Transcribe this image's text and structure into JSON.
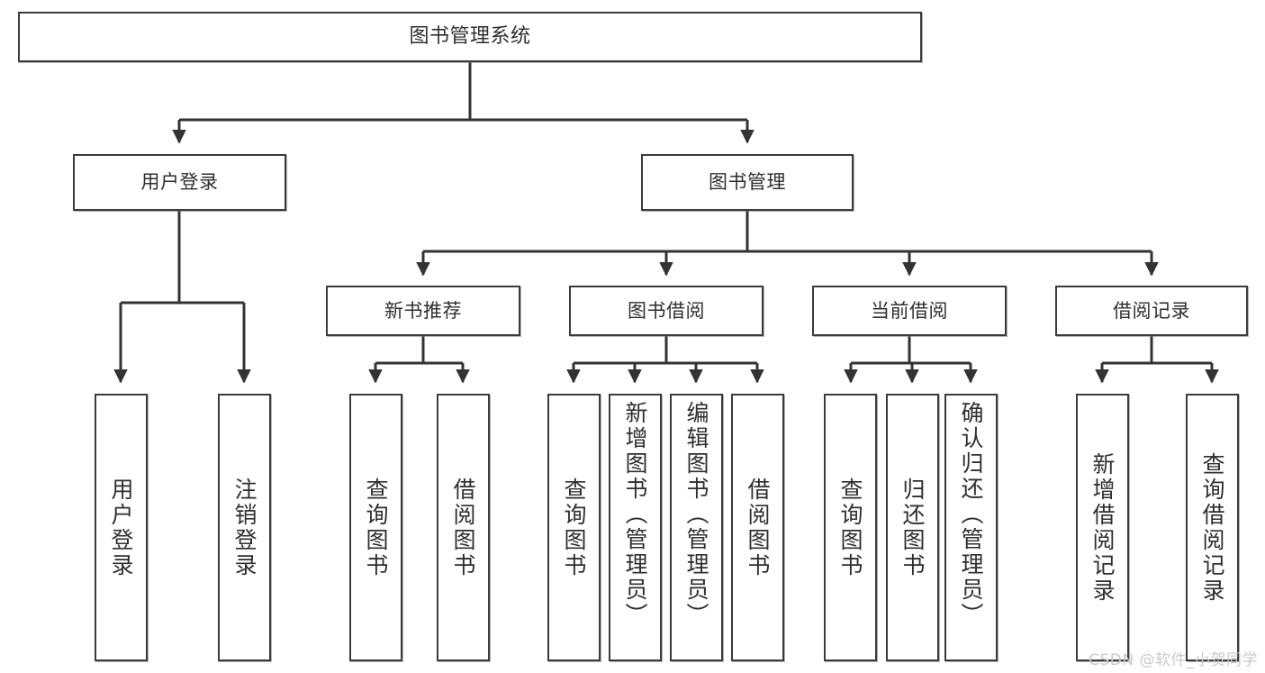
{
  "diagram": {
    "title": "图书管理系统",
    "type": "tree",
    "line_color": "#3b3b3b",
    "text_color": "#2f2f2f",
    "background": "#ffffff"
  },
  "watermark": {
    "text": "CSDN @软件_小贺同学",
    "color": "#c9c9c9"
  },
  "nodes": {
    "root": {
      "label": "图书管理系统"
    },
    "level2": [
      {
        "label": "用户登录"
      },
      {
        "label": "图书管理"
      }
    ],
    "level3": [
      {
        "label": "新书推荐"
      },
      {
        "label": "图书借阅"
      },
      {
        "label": "当前借阅"
      },
      {
        "label": "借阅记录"
      }
    ],
    "leaves": {
      "user_login": [
        {
          "label": "用户登录"
        },
        {
          "label": "注销登录"
        }
      ],
      "new_book": [
        {
          "label": "查询图书"
        },
        {
          "label": "借阅图书"
        }
      ],
      "book_borrow": [
        {
          "label": "查询图书"
        },
        {
          "label": "新增图书（管理员）"
        },
        {
          "label": "编辑图书（管理员）"
        },
        {
          "label": "借阅图书"
        }
      ],
      "current_borrow": [
        {
          "label": "查询图书"
        },
        {
          "label": "归还图书"
        },
        {
          "label": "确认归还（管理员）"
        }
      ],
      "borrow_record": [
        {
          "label": "新增借阅记录"
        },
        {
          "label": "查询借阅记录"
        }
      ]
    }
  }
}
